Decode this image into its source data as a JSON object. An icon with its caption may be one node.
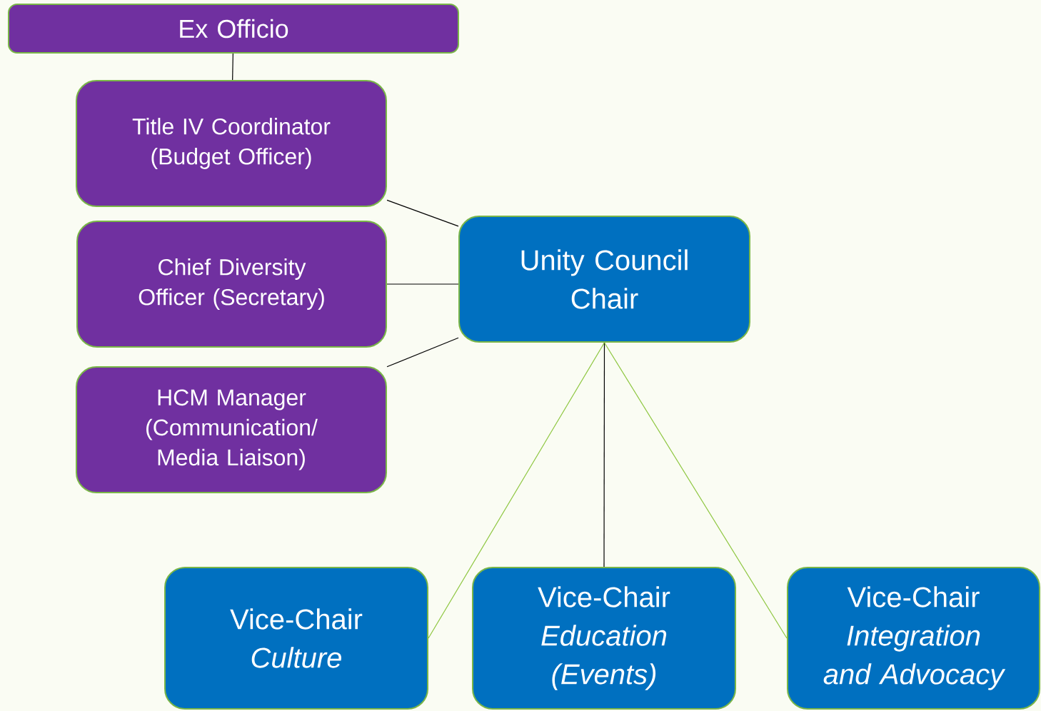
{
  "diagram": {
    "nodes": [
      {
        "text": [
          "Ex Officio"
        ]
      },
      {
        "text": [
          "Title IV Coordinator (Budget Officer)"
        ]
      },
      {
        "text": [
          "Chief Diversity Officer (Secretary)"
        ]
      },
      {
        "text": [
          "HCM Manager (Communication/ Media Liaison)"
        ]
      },
      {
        "text": [
          "Unity Council Chair"
        ]
      },
      {
        "text": [
          "Vice-Chair",
          "Culture"
        ]
      },
      {
        "text": [
          "Vice-Chair",
          "Education (Events)"
        ]
      },
      {
        "text": [
          "Vice-Chair",
          "Integration and Advocacy"
        ]
      }
    ],
    "edges": [
      {
        "from": 0,
        "to": 1,
        "arrow": "none"
      },
      {
        "from": 1,
        "to": 4,
        "arrow": "none"
      },
      {
        "from": 2,
        "to": 4,
        "arrow": "none"
      },
      {
        "from": 3,
        "to": 4,
        "arrow": "none"
      },
      {
        "from": 4,
        "to": 5,
        "arrow": "none",
        "color": "#8dc63f"
      },
      {
        "from": 4,
        "to": 6,
        "arrow": "none"
      },
      {
        "from": 4,
        "to": 7,
        "arrow": "none",
        "color": "#8dc63f"
      }
    ]
  }
}
